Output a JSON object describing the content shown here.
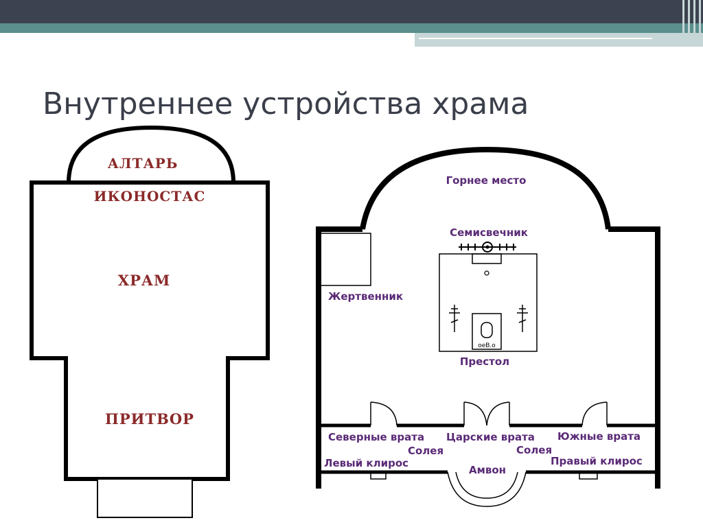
{
  "slide": {
    "title": "Внутреннее устройства храма",
    "accent_colors": {
      "bar_dark": "#3d4250",
      "bar_teal": "#5a8f8e"
    }
  },
  "plan_left": {
    "altar": "АЛТАРЬ",
    "iconostasis": "ИКОНОСТАС",
    "temple": "ХРАМ",
    "narthex": "ПРИТВОР",
    "label_color": "#8b2a2a"
  },
  "plan_right": {
    "high_place": "Горнее место",
    "menorah": "Семисвечник",
    "prothesis": "Жертвенник",
    "altar_table": "Престол",
    "altar_inscription": "oeB.o",
    "north_gate": "Северные врата",
    "royal_gate": "Царские врата",
    "south_gate": "Южные врата",
    "solea_left": "Солея",
    "solea_right": "Солея",
    "left_kliros": "Левый клирос",
    "right_kliros": "Правый клирос",
    "ambon": "Амвон",
    "label_color": "#5a2a76"
  }
}
